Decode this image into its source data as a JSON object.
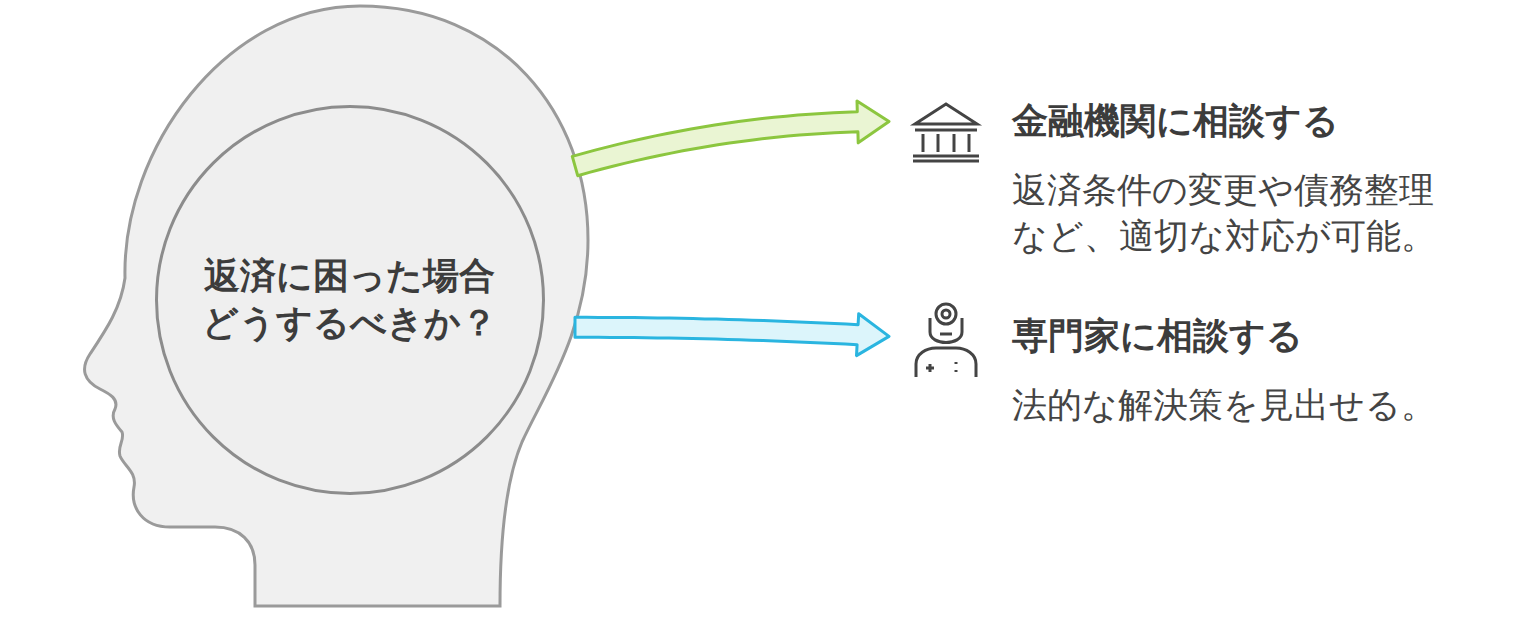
{
  "diagram": {
    "nodes": [
      {
        "text": [
          "返済に困った場合 どうするべきか？"
        ]
      },
      {
        "text": [
          "金融機関に相談する",
          "返済条件の変更や債務整理 など、適切な対応が可能。"
        ]
      },
      {
        "text": [
          "専門家に相談する",
          "法的な解決策を見出せる。"
        ]
      }
    ],
    "edges": [
      {
        "from": 0,
        "to": 1,
        "arrow": "to"
      },
      {
        "from": 0,
        "to": 2,
        "arrow": "to"
      }
    ]
  }
}
